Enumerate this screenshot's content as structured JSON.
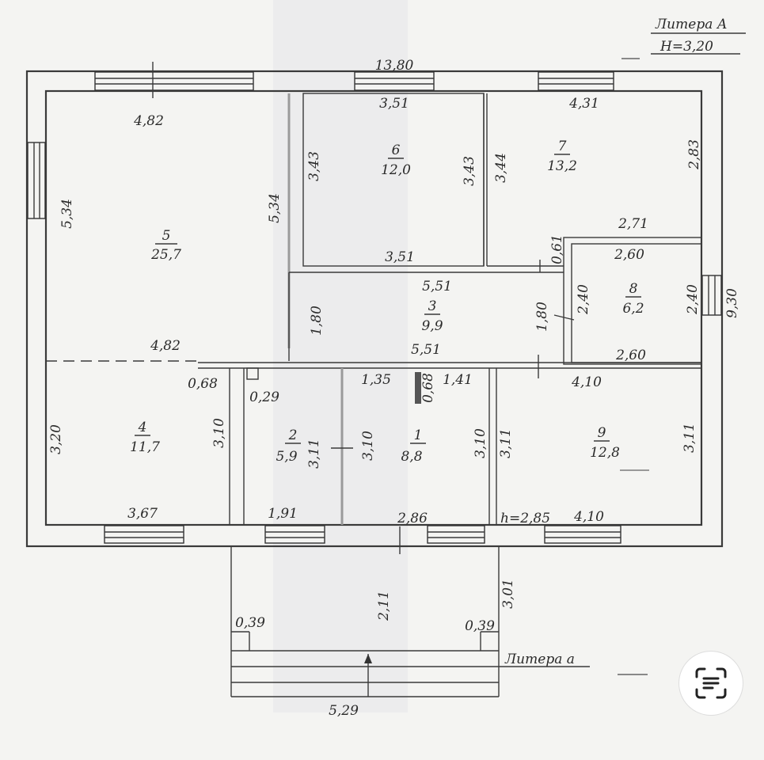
{
  "title": {
    "line1": "Литера А",
    "line2": "Н=3,20"
  },
  "porch_title": "Литера а",
  "dims": {
    "total_width": "13,80",
    "total_depth": "9,30",
    "r5_top": "4,82",
    "r5_left": "5,34",
    "r5_right": "5,34",
    "r5_bottom": "4,82",
    "r6_top": "3,51",
    "r6_left": "3,43",
    "r6_right": "3,43",
    "r6_bottom": "3,51",
    "r7_top": "4,31",
    "r7_left": "3,44",
    "r7_right": "2,83",
    "r7_bottom": "2,71",
    "r7_step": "0,61",
    "r8_top": "2,60",
    "r8_left": "2,40",
    "r8_right": "2,40",
    "r8_bottom": "2,60",
    "r3_top": "5,51",
    "r3_left": "1,80",
    "r3_right": "1,80",
    "r3_bottom": "5,51",
    "r4_top": "0,68",
    "r4_left": "3,20",
    "r4_right": "3,10",
    "r4_bottom": "3,67",
    "r2_top": "0,29",
    "r2_right": "3,11",
    "r2_bottom": "1,91",
    "r1_top_a": "1,35",
    "r1_top_b": "0,68",
    "r1_top_c": "1,41",
    "r1_left": "3,10",
    "r1_right": "3,10",
    "r1_bottom": "2,86",
    "r9_top": "4,10",
    "r9_left": "3,11",
    "r9_right": "3,11",
    "r9_bottom": "4,10",
    "height": "h=2,85",
    "porch_depth": "2,11",
    "porch_side": "3,01",
    "porch_left_step": "0,39",
    "porch_right_step": "0,39",
    "porch_width": "5,29"
  },
  "rooms": [
    {
      "no": "5",
      "area": "25,7"
    },
    {
      "no": "6",
      "area": "12,0"
    },
    {
      "no": "7",
      "area": "13,2"
    },
    {
      "no": "8",
      "area": "6,2"
    },
    {
      "no": "3",
      "area": "9,9"
    },
    {
      "no": "4",
      "area": "11,7"
    },
    {
      "no": "2",
      "area": "5,9"
    },
    {
      "no": "1",
      "area": "8,8"
    },
    {
      "no": "9",
      "area": "12,8"
    }
  ],
  "icons": {
    "scan": "document-scan-icon"
  }
}
